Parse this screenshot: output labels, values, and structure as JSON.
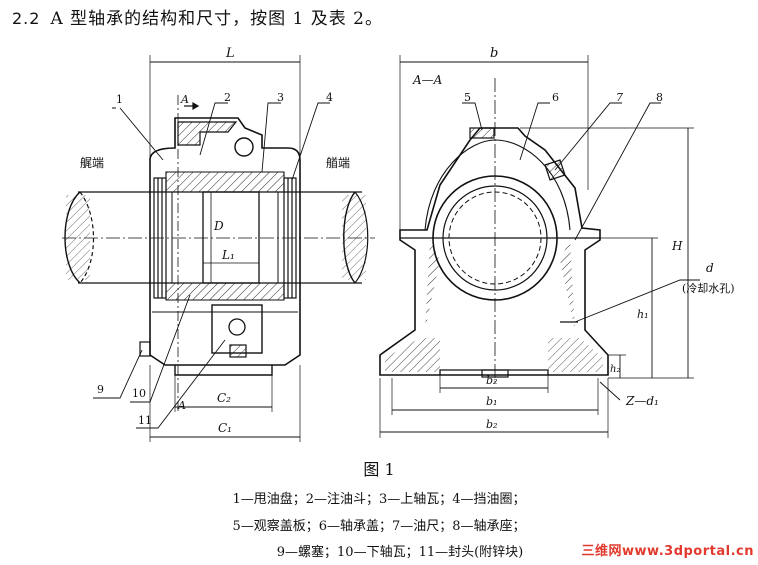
{
  "heading": {
    "number": "2.2",
    "text": "A 型轴承的结构和尺寸，按图 1 及表 2。"
  },
  "left_view": {
    "dim_top": "L",
    "section_marks": [
      "A",
      "A"
    ],
    "part_numbers": [
      "1",
      "2",
      "3",
      "4",
      "9",
      "10",
      "11"
    ],
    "label_left_end": "艉端",
    "label_right_end": "艏端",
    "dims": {
      "D": "D",
      "L1": "L₁",
      "C2": "C₂",
      "C1": "C₁"
    }
  },
  "right_view": {
    "section_title": "A—A",
    "dim_top": "b",
    "part_numbers": [
      "5",
      "6",
      "7",
      "8"
    ],
    "dims": {
      "H": "H",
      "h1": "h₁",
      "h2": "h₂",
      "b2_inner": "b₂",
      "b1": "b₁",
      "b2_outer": "b₂"
    },
    "d_label": "d",
    "cooling_hole": "(冷却水孔)",
    "bolt_label": "Z—d₁"
  },
  "caption": "图 1",
  "legend": [
    "1—甩油盘；2—注油斗；3—上轴瓦；4—挡油圈；",
    "5—观察盖板；6—轴承盖；7—油尺；8—轴承座；",
    "9—螺塞；10—下轴瓦；11—封头(附锌块)"
  ],
  "watermark": "三维网www.3dportal.cn"
}
